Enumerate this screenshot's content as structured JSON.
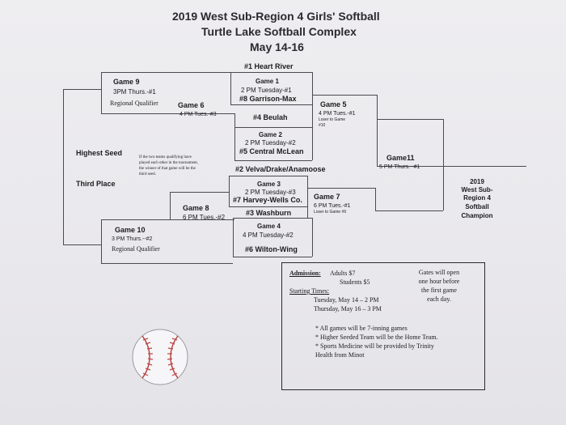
{
  "header": {
    "line1": "2019 West Sub-Region 4 Girls' Softball",
    "line2": "Turtle Lake Softball Complex",
    "line3": "May 14-16"
  },
  "bracket": {
    "seed1": "#1 Heart River",
    "game1": {
      "title": "Game 1",
      "time": "2 PM Tuesday-#1",
      "team": "#8 Garrison-Max"
    },
    "seed4": "#4 Beulah",
    "game2": {
      "title": "Game 2",
      "time": "2 PM Tuesday-#2",
      "team": "#5 Central McLean"
    },
    "seed2": "#2 Velva/Drake/Anamoose",
    "game3": {
      "title": "Game 3",
      "time": "2 PM Tuesday-#3",
      "team": "#7 Harvey-Wells Co."
    },
    "seed3": "#3 Washburn",
    "game4": {
      "title": "Game 4",
      "time": "4 PM Tuesday-#2",
      "team": "#6 Wilton-Wing"
    },
    "game5": {
      "title": "Game 5",
      "time": "4 PM Tues.-#1",
      "note1": "Loser to Game",
      "note2": "#10"
    },
    "game6": {
      "title": "Game 6",
      "time": "4 PM Tues.-#3"
    },
    "game7": {
      "title": "Game 7",
      "time": "6 PM Tues.-#1",
      "note": "Loser to Game #9"
    },
    "game8": {
      "title": "Game 8",
      "time": "6 PM Tues.-#2"
    },
    "game9": {
      "title": "Game 9",
      "time": "3PM Thurs.-#1",
      "sub": "Regional Qualifier"
    },
    "game10": {
      "title": "Game 10",
      "time": "3 PM Thurs.--#2",
      "sub": "Regional Qualifier"
    },
    "game11": {
      "title": "Game11",
      "time": "5 PM Thurs.--#1"
    },
    "highest_seed": "Highest Seed",
    "third_place": "Third Place",
    "seed_note": [
      "If the two teams qualifying have",
      "played each other in the tournament,",
      "the winner of that game will be the",
      "third seed."
    ],
    "champion": [
      "2019",
      "West Sub-",
      "Region 4",
      "Softball",
      "Champion"
    ]
  },
  "info": {
    "admission_label": "Admission:",
    "adults": "Adults $7",
    "students": "Students $5",
    "gates": [
      "Gates will open",
      "one hour before",
      "the first game",
      "each day."
    ],
    "starting_label": "Starting Times:",
    "tuesday": "Tuesday, May 14 – 2 PM",
    "thursday": "Thursday, May 16 – 3 PM",
    "notes": [
      "* All games will be 7-inning games",
      "* Higher Seeded Team will be the Home Team.",
      "* Sports Medicine will be provided by Trinity",
      "Health from Minot"
    ]
  }
}
